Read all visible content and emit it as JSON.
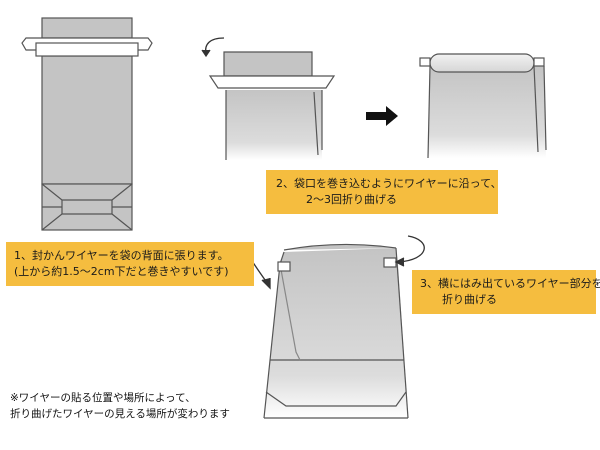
{
  "step1": {
    "line1": "1、封かんワイヤーを袋の背面に張ります。",
    "line2": "(上から約1.5〜2cm下だと巻きやすいです)"
  },
  "step2": {
    "line1": "2、袋口を巻き込むようにワイヤーに沿って、",
    "line2": "2〜3回折り曲げる"
  },
  "step3": {
    "line1": "3、横にはみ出ているワイヤー部分を",
    "line2": "折り曲げる"
  },
  "footnote": {
    "line1": "※ワイヤーの貼る位置や場所によって、",
    "line2": "折り曲げたワイヤーの見える場所が変わります"
  },
  "colors": {
    "note_background": "#f5bd3f",
    "bag_fill": "#c4c4c4",
    "bag_stroke": "#555555",
    "wire_fill": "#ffffff"
  },
  "icons": {
    "fold_arrow": "curved-arrow-icon",
    "next_arrow": "right-arrow-icon"
  }
}
